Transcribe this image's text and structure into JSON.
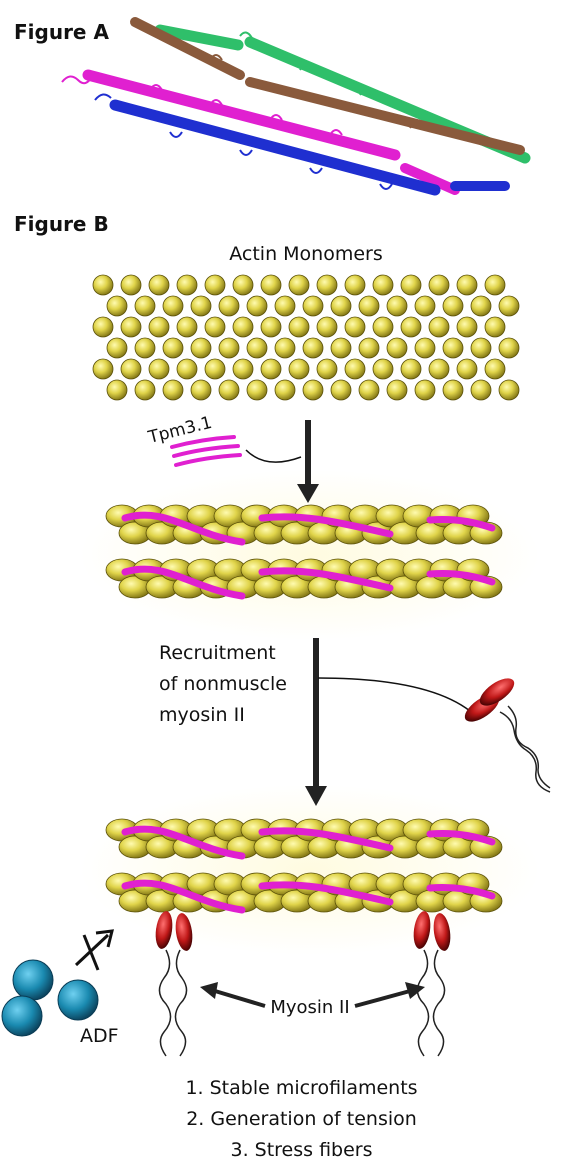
{
  "figure_a": {
    "title": "Figure A"
  },
  "figure_b": {
    "title": "Figure B",
    "actin_label": "Actin Monomers",
    "tpm_label": "Tpm3.1",
    "recruitment_lines": [
      "Recruitment",
      "of nonmuscle",
      "myosin II"
    ],
    "myosin_label": "Myosin II",
    "adf_label": "ADF",
    "outcomes": [
      "1. Stable microfilaments",
      "2. Generation of tension",
      "3. Stress fibers"
    ]
  },
  "colors": {
    "actin": "#d8cc3a",
    "tropomyosin": "#e020d0",
    "myosin_head": "#c01818",
    "adf": "#1a8ab0",
    "helix_green": "#2fbf6a",
    "helix_brown": "#8a5a3c",
    "helix_magenta": "#e020d0",
    "helix_blue": "#1f2fd0"
  }
}
